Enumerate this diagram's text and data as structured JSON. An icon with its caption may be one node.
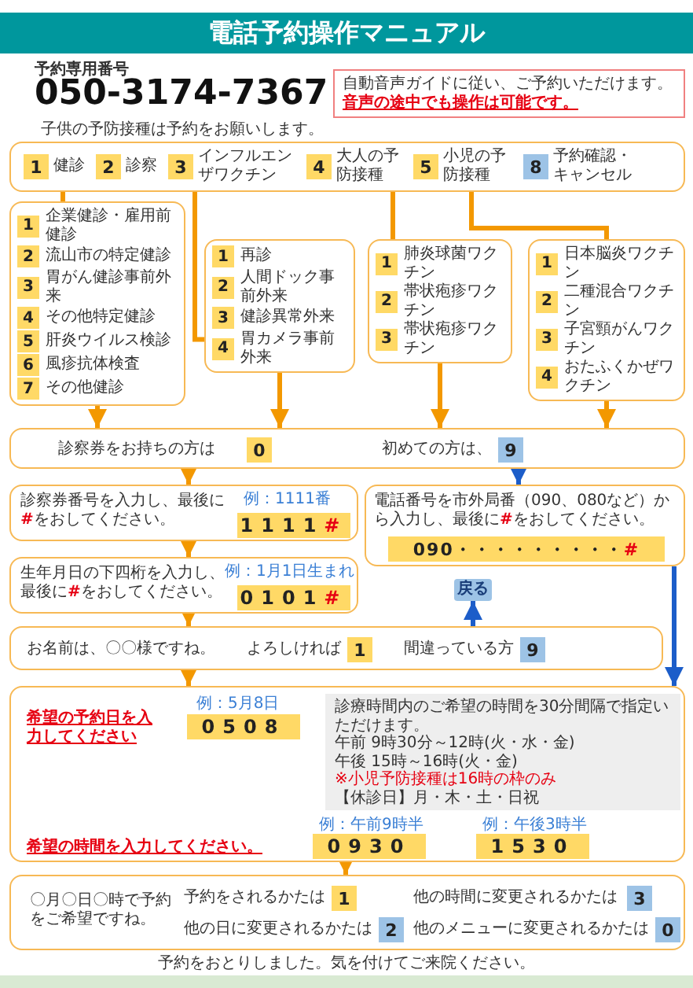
{
  "diagram": {
    "title": "電話予約操作マニュアル",
    "nodes": [
      {
        "text": [
          "自動音声ガイドに従い、ご予約いただけます。",
          "音声の途中でも操作は可能です。"
        ]
      },
      {
        "text": [
          "1",
          "健診",
          "2",
          "診察",
          "3",
          "インフルエンザワクチン",
          "4",
          "大人の予防接種",
          "5",
          "小児の予防接種",
          "8",
          "予約確認・キャンセル"
        ]
      },
      {
        "text": [
          "1",
          "企業健診・雇用前健診",
          "2",
          "流山市の特定健診",
          "3",
          "胃がん健診事前外来",
          "4",
          "その他特定健診",
          "5",
          "肝炎ウイルス検診",
          "6",
          "風疹抗体検査",
          "7",
          "その他健診"
        ]
      },
      {
        "text": [
          "1",
          "再診",
          "2",
          "人間ドック事前外来",
          "3",
          "健診異常外来",
          "4",
          "胃カメラ事前外来"
        ]
      },
      {
        "text": [
          "1",
          "肺炎球菌ワクチン",
          "2",
          "帯状疱疹ワクチン",
          "3",
          "帯状疱疹ワクチン"
        ]
      },
      {
        "text": [
          "1",
          "日本脳炎ワクチン",
          "2",
          "二種混合ワクチン",
          "3",
          "子宮頸がんワクチン",
          "4",
          "おたふくかぜワクチン"
        ]
      },
      {
        "text": [
          "診察券をお持ちの方は",
          "0",
          "初めての方は、",
          "9"
        ]
      },
      {
        "text": [
          "診察券番号を入力し、最後に**#**をおしてください。",
          "例：1111番",
          "1111**#**"
        ]
      },
      {
        "text": [
          "電話番号を市外局番（090、080など）から入力し、最後に**#**をおしてください。",
          "090・・・・・・・・・**#**"
        ]
      },
      {
        "text": [
          "生年月日の下四桁を入力し、最後に**#**をおしてください。",
          "例：1月1日生まれ",
          "0101**#**"
        ]
      },
      {
        "text": [
          "戻る"
        ]
      },
      {
        "text": [
          "お名前は、〇〇様ですね。",
          "よろしければ",
          "1",
          "間違っている方",
          "9"
        ]
      },
      {
        "text": [
          "希望の予約日を入力してください",
          "例：5月8日",
          "0508",
          "希望の時間を入力してください。",
          "例：午前9時半",
          "0930",
          "例：午後3時半",
          "1530"
        ]
      },
      {
        "text": [
          "診療時間内のご希望の時間を30分間隔で指定いただけます。",
          "午前 9時30分～12時(火・水・金)",
          "午後 15時～16時(火・金)",
          "※小児予防接種は16時の枠のみ",
          "【休診日】月・木・土・日祝"
        ],
        "in": 12
      },
      {
        "text": [
          "〇月〇日〇時で予約をご希望ですね。",
          "予約をされるかたは",
          "1",
          "他の時間に変更されるかたは",
          "3",
          "他の日に変更されるかたは",
          "2",
          "他のメニューに変更されるかたは",
          "0"
        ]
      }
    ],
    "edges": [
      {
        "from": 1,
        "to": 2,
        "arrow": "none"
      },
      {
        "from": 1,
        "to": 3,
        "arrow": "none"
      },
      {
        "from": 1,
        "to": 4,
        "arrow": "none"
      },
      {
        "from": 1,
        "to": 5,
        "arrow": "none"
      },
      {
        "from": 2,
        "to": 6,
        "arrow": "to"
      },
      {
        "from": 3,
        "to": 6,
        "arrow": "to"
      },
      {
        "from": 4,
        "to": 6,
        "arrow": "to"
      },
      {
        "from": 5,
        "to": 6,
        "arrow": "to"
      },
      {
        "from": 6,
        "to": 7,
        "arrow": "to"
      },
      {
        "from": 6,
        "to": 8,
        "arrow": "to",
        "color": "#1c5dc9"
      },
      {
        "from": 7,
        "to": 9,
        "arrow": "to"
      },
      {
        "from": 9,
        "to": 11,
        "arrow": "to"
      },
      {
        "from": 8,
        "to": 12,
        "arrow": "to",
        "color": "#1c5dc9"
      },
      {
        "from": 11,
        "to": 10,
        "arrow": "to",
        "color": "#1c5dc9"
      },
      {
        "from": 11,
        "to": 12,
        "arrow": "to"
      },
      {
        "from": 12,
        "to": 14,
        "arrow": "to"
      }
    ],
    "labels": [
      "予約専用番号",
      "050-3174-7367",
      "子供の予防接種は予約をお願いします。",
      "予約をおとりしました。気を付けてご来院ください。"
    ]
  }
}
